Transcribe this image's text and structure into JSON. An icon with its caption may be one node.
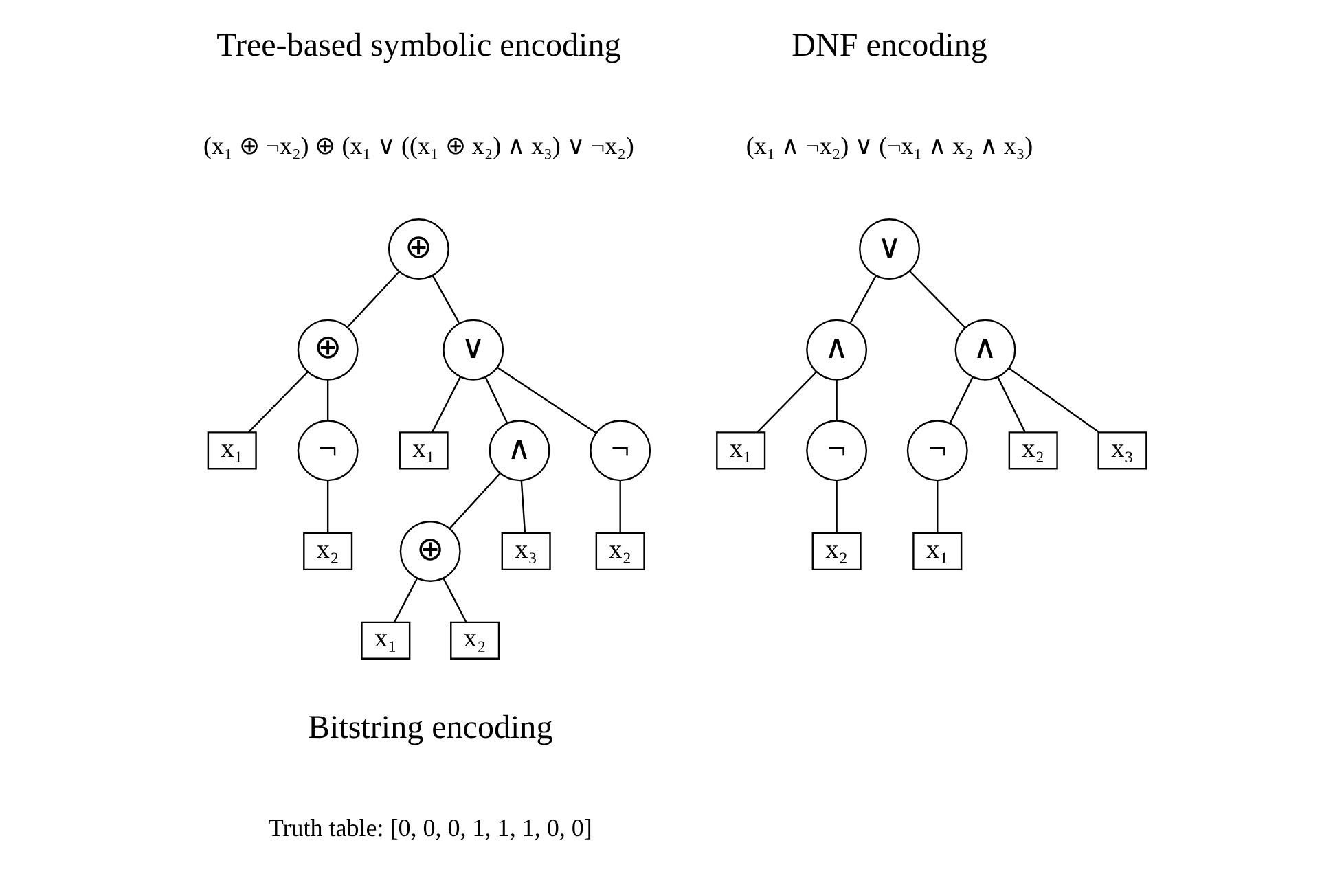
{
  "diagram": {
    "nodes": [
      {
        "text": [
          "⊕"
        ]
      },
      {
        "text": [
          "⊕"
        ]
      },
      {
        "text": [
          "∨"
        ]
      },
      {
        "text": [
          "x₁"
        ]
      },
      {
        "text": [
          "¬"
        ]
      },
      {
        "text": [
          "x₁"
        ]
      },
      {
        "text": [
          "∧"
        ]
      },
      {
        "text": [
          "¬"
        ]
      },
      {
        "text": [
          "x₂"
        ]
      },
      {
        "text": [
          "⊕"
        ]
      },
      {
        "text": [
          "x₃"
        ]
      },
      {
        "text": [
          "x₂"
        ]
      },
      {
        "text": [
          "x₁"
        ]
      },
      {
        "text": [
          "x₂"
        ]
      },
      {
        "text": [
          "∨"
        ]
      },
      {
        "text": [
          "∧"
        ]
      },
      {
        "text": [
          "∧"
        ]
      },
      {
        "text": [
          "x₁"
        ]
      },
      {
        "text": [
          "¬"
        ]
      },
      {
        "text": [
          "¬"
        ]
      },
      {
        "text": [
          "x₂"
        ]
      },
      {
        "text": [
          "x₃"
        ]
      },
      {
        "text": [
          "x₂"
        ]
      },
      {
        "text": [
          "x₁"
        ]
      }
    ],
    "edges": [
      {
        "from": 0,
        "to": 1,
        "arrow": "none"
      },
      {
        "from": 0,
        "to": 2,
        "arrow": "none"
      },
      {
        "from": 1,
        "to": 3,
        "arrow": "none"
      },
      {
        "from": 1,
        "to": 4,
        "arrow": "none"
      },
      {
        "from": 2,
        "to": 5,
        "arrow": "none"
      },
      {
        "from": 2,
        "to": 6,
        "arrow": "none"
      },
      {
        "from": 2,
        "to": 7,
        "arrow": "none"
      },
      {
        "from": 4,
        "to": 8,
        "arrow": "none"
      },
      {
        "from": 6,
        "to": 9,
        "arrow": "none"
      },
      {
        "from": 6,
        "to": 10,
        "arrow": "none"
      },
      {
        "from": 7,
        "to": 11,
        "arrow": "none"
      },
      {
        "from": 9,
        "to": 12,
        "arrow": "none"
      },
      {
        "from": 9,
        "to": 13,
        "arrow": "none"
      },
      {
        "from": 14,
        "to": 15,
        "arrow": "none"
      },
      {
        "from": 14,
        "to": 16,
        "arrow": "none"
      },
      {
        "from": 15,
        "to": 17,
        "arrow": "none"
      },
      {
        "from": 15,
        "to": 18,
        "arrow": "none"
      },
      {
        "from": 16,
        "to": 19,
        "arrow": "none"
      },
      {
        "from": 16,
        "to": 20,
        "arrow": "none"
      },
      {
        "from": 16,
        "to": 21,
        "arrow": "none"
      },
      {
        "from": 18,
        "to": 22,
        "arrow": "none"
      },
      {
        "from": 19,
        "to": 23,
        "arrow": "none"
      }
    ],
    "labels": [
      "Tree-based symbolic encoding",
      "DNF encoding",
      "(x₁ ⊕ ¬x₂) ⊕ (x₁ ∨ ((x₁ ⊕ x₂) ∧ x₃) ∨ ¬x₂)",
      "(x₁ ∧ ¬x₂) ∨ (¬x₁ ∧ x₂ ∧ x₃)",
      "Bitstring encoding",
      "Truth table: [0, 0, 0, 1, 1, 1, 0, 0]"
    ]
  }
}
